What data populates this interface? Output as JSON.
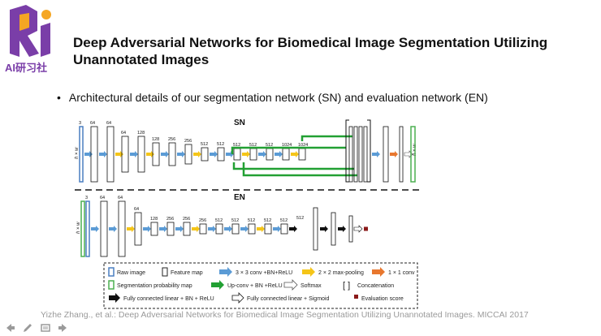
{
  "logo": {
    "glyph": "Ri",
    "caption": "AI研习社",
    "colors": {
      "primary": "#7a3ea8",
      "accent": "#f5a623"
    }
  },
  "slide": {
    "title": "Deep Adversarial Networks for Biomedical Image Segmentation Utilizing Unannotated Images",
    "bullet": "Architectural details of our segmentation network (SN) and evaluation network (EN)",
    "citation": "Yizhe Zhang., et al.: Deep Adversarial Networks for Biomedical Image Segmentation Utilizing Unannotated Images. MICCAI 2017"
  },
  "diagram": {
    "sn_label": "SN",
    "en_label": "EN",
    "sn_input_size": "h × w",
    "sn_output_size": "h × w",
    "en_input_size": "h × w",
    "sn_channels": [
      "3",
      "64",
      "64",
      "64",
      "128",
      "128",
      "256",
      "256",
      "512",
      "512",
      "512",
      "512",
      "512",
      "1024",
      "1024"
    ],
    "en_channels": [
      "3",
      "64",
      "64",
      "64",
      "128",
      "256",
      "256",
      "256",
      "512",
      "512",
      "512",
      "512",
      "512"
    ],
    "legend": {
      "raw_image": "Raw image",
      "feature_map": "Feature map",
      "conv": "3 × 3 conv +BN+ReLU",
      "maxpool": "2 × 2 max-pooling",
      "conv1x1": "1 × 1 conv",
      "seg_map": "Segmentation probability map",
      "upconv": "Up-conv + BN +ReLU",
      "softmax": "Softmax",
      "concat": "Concatenation",
      "fc": "Fully connected linear + BN + ReLU",
      "fc_sigmoid": "Fully connected linear + Sigmoid",
      "eval_score": "Evaluation score"
    },
    "colors": {
      "conv": "#5b9bd5",
      "pool": "#f5c518",
      "conv1x1": "#e8772e",
      "raw": "#4a7fc1",
      "seg": "#4caf50",
      "upconv": "#22a033",
      "score": "#8b1a1a"
    }
  },
  "toolbar": {
    "icons": [
      "arrow-left-icon",
      "pen-icon",
      "menu-icon",
      "arrow-right-icon"
    ]
  }
}
